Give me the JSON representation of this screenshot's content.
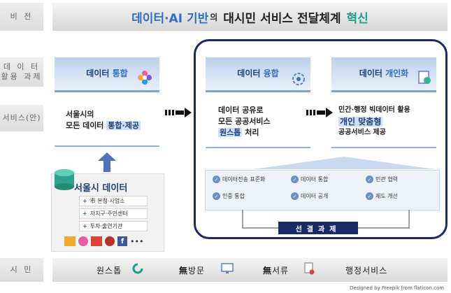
{
  "side_labels": {
    "vision": "비 전",
    "data_tasks": "데 이 터\n활용 과제",
    "services": "서비스(안)",
    "citizens": "시 민"
  },
  "vision": {
    "part1": "데이터·AI 기반",
    "part2": "의",
    "part3": "대시민 서비스 전달체계",
    "part4": "혁신"
  },
  "tiles": {
    "integration": {
      "label": "데이터",
      "highlight": "통합"
    },
    "fusion": {
      "label": "데이터",
      "highlight": "융합"
    },
    "personalization": {
      "label": "데이터",
      "highlight": "개인화"
    }
  },
  "services": {
    "integration": {
      "line1": "서울시의",
      "line2": "모든 데이터",
      "tag": "통합·제공"
    },
    "fusion": {
      "line1": "데이터 공유로",
      "line2": "모든 공공서비스",
      "tag": "원스톱",
      "line3": "처리"
    },
    "personalization": {
      "line1": "민간·행정 빅데이터 활용",
      "tag": "개인 맞춤형",
      "line3": "공공서비스 제공"
    }
  },
  "tasks": {
    "title": "선결과제",
    "items": [
      "데이터전송 표준화",
      "데이터 통합",
      "민관 협력",
      "인증 통합",
      "데이터 공개",
      "제도 개선"
    ]
  },
  "seoul_data": {
    "title": "서울시 데이터",
    "items": [
      "市 본청·사업소",
      "자치구·주민센터",
      "투자·출연기관"
    ]
  },
  "citizens": {
    "item1": "원스톱",
    "item2_prefix": "無",
    "item2": "방문",
    "item3_prefix": "無",
    "item3": "서류",
    "item4": "행정서비스"
  },
  "credit": "Designed by Freepik from flaticon.com",
  "colors": {
    "navy": "#1a2a66",
    "accent_blue": "#2f6fc8",
    "teal": "#1b9e8e"
  }
}
